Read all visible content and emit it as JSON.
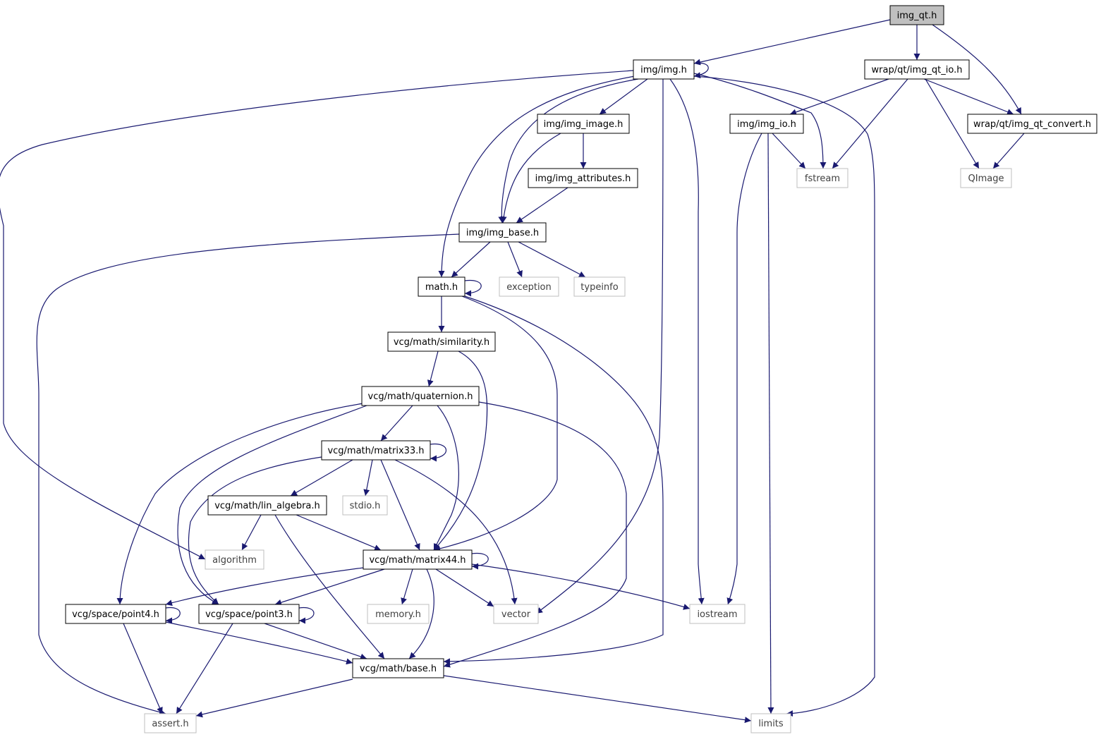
{
  "colors": {
    "edge": "#191970",
    "node_border": "#000000",
    "external_border": "#bfbfbf",
    "root_fill": "#bfbfbf",
    "node_fill": "#ffffff",
    "external_text": "#404040"
  },
  "nodes": [
    {
      "id": "img_qt",
      "label": "img_qt.h",
      "kind": "root"
    },
    {
      "id": "img",
      "label": "img/img.h",
      "kind": "file"
    },
    {
      "id": "wrap_io",
      "label": "wrap/qt/img_qt_io.h",
      "kind": "file"
    },
    {
      "id": "img_image",
      "label": "img/img_image.h",
      "kind": "file"
    },
    {
      "id": "img_io",
      "label": "img/img_io.h",
      "kind": "file"
    },
    {
      "id": "wrap_convert",
      "label": "wrap/qt/img_qt_convert.h",
      "kind": "file"
    },
    {
      "id": "img_attr",
      "label": "img/img_attributes.h",
      "kind": "file"
    },
    {
      "id": "fstream",
      "label": "fstream",
      "kind": "external"
    },
    {
      "id": "qimage",
      "label": "QImage",
      "kind": "external"
    },
    {
      "id": "img_base",
      "label": "img/img_base.h",
      "kind": "file"
    },
    {
      "id": "math",
      "label": "math.h",
      "kind": "file"
    },
    {
      "id": "exception",
      "label": "exception",
      "kind": "external"
    },
    {
      "id": "typeinfo",
      "label": "typeinfo",
      "kind": "external"
    },
    {
      "id": "similarity",
      "label": "vcg/math/similarity.h",
      "kind": "file"
    },
    {
      "id": "quaternion",
      "label": "vcg/math/quaternion.h",
      "kind": "file"
    },
    {
      "id": "matrix33",
      "label": "vcg/math/matrix33.h",
      "kind": "file"
    },
    {
      "id": "lin_algebra",
      "label": "vcg/math/lin_algebra.h",
      "kind": "file"
    },
    {
      "id": "stdio",
      "label": "stdio.h",
      "kind": "external"
    },
    {
      "id": "algorithm",
      "label": "algorithm",
      "kind": "external"
    },
    {
      "id": "matrix44",
      "label": "vcg/math/matrix44.h",
      "kind": "file"
    },
    {
      "id": "point4",
      "label": "vcg/space/point4.h",
      "kind": "file"
    },
    {
      "id": "point3",
      "label": "vcg/space/point3.h",
      "kind": "file"
    },
    {
      "id": "memory",
      "label": "memory.h",
      "kind": "external"
    },
    {
      "id": "vector",
      "label": "vector",
      "kind": "external"
    },
    {
      "id": "iostream",
      "label": "iostream",
      "kind": "external"
    },
    {
      "id": "base",
      "label": "vcg/math/base.h",
      "kind": "file"
    },
    {
      "id": "assert",
      "label": "assert.h",
      "kind": "external"
    },
    {
      "id": "limits",
      "label": "limits",
      "kind": "external"
    }
  ],
  "edges": [
    [
      "img_qt",
      "img"
    ],
    [
      "img_qt",
      "wrap_io"
    ],
    [
      "img_qt",
      "wrap_convert"
    ],
    [
      "img",
      "img"
    ],
    [
      "img",
      "img_image"
    ],
    [
      "img",
      "img_base"
    ],
    [
      "img",
      "math"
    ],
    [
      "img",
      "algorithm"
    ],
    [
      "img",
      "vector"
    ],
    [
      "img",
      "iostream"
    ],
    [
      "img",
      "fstream"
    ],
    [
      "img",
      "limits"
    ],
    [
      "wrap_io",
      "img_io"
    ],
    [
      "wrap_io",
      "fstream"
    ],
    [
      "wrap_io",
      "wrap_convert"
    ],
    [
      "wrap_io",
      "qimage"
    ],
    [
      "wrap_convert",
      "qimage"
    ],
    [
      "img_io",
      "fstream"
    ],
    [
      "img_io",
      "iostream"
    ],
    [
      "img_io",
      "limits"
    ],
    [
      "img_image",
      "img_attr"
    ],
    [
      "img_image",
      "img_base"
    ],
    [
      "img_attr",
      "img_base"
    ],
    [
      "img_base",
      "math"
    ],
    [
      "img_base",
      "exception"
    ],
    [
      "img_base",
      "typeinfo"
    ],
    [
      "img_base",
      "assert"
    ],
    [
      "math",
      "math"
    ],
    [
      "math",
      "similarity"
    ],
    [
      "math",
      "matrix44"
    ],
    [
      "math",
      "base"
    ],
    [
      "similarity",
      "quaternion"
    ],
    [
      "similarity",
      "matrix44"
    ],
    [
      "quaternion",
      "matrix33"
    ],
    [
      "quaternion",
      "matrix44"
    ],
    [
      "quaternion",
      "point4"
    ],
    [
      "quaternion",
      "point3"
    ],
    [
      "quaternion",
      "base"
    ],
    [
      "matrix33",
      "matrix33"
    ],
    [
      "matrix33",
      "lin_algebra"
    ],
    [
      "matrix33",
      "stdio"
    ],
    [
      "matrix33",
      "matrix44"
    ],
    [
      "matrix33",
      "point3"
    ],
    [
      "matrix33",
      "vector"
    ],
    [
      "lin_algebra",
      "algorithm"
    ],
    [
      "lin_algebra",
      "matrix44"
    ],
    [
      "lin_algebra",
      "base"
    ],
    [
      "matrix44",
      "matrix44"
    ],
    [
      "matrix44",
      "point4"
    ],
    [
      "matrix44",
      "point3"
    ],
    [
      "matrix44",
      "memory"
    ],
    [
      "matrix44",
      "vector"
    ],
    [
      "matrix44",
      "iostream"
    ],
    [
      "matrix44",
      "base"
    ],
    [
      "point4",
      "point4"
    ],
    [
      "point4",
      "assert"
    ],
    [
      "point4",
      "base"
    ],
    [
      "point3",
      "point3"
    ],
    [
      "point3",
      "assert"
    ],
    [
      "point3",
      "base"
    ],
    [
      "base",
      "assert"
    ],
    [
      "base",
      "limits"
    ]
  ]
}
